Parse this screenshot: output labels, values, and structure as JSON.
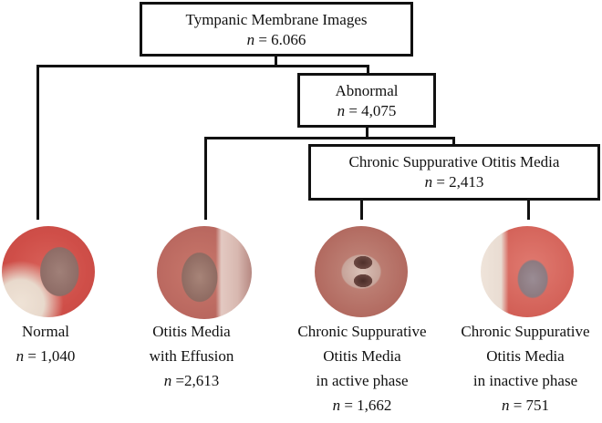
{
  "nodes": {
    "root": {
      "title": "Tympanic Membrane Images",
      "n_label": "n",
      "count": "= 6.066"
    },
    "abnormal": {
      "title": "Abnormal",
      "n_label": "n",
      "count": "= 4,075"
    },
    "csom": {
      "title": "Chronic Suppurative Otitis Media",
      "n_label": "n",
      "count": "= 2,413"
    }
  },
  "leaves": [
    {
      "lines": [
        "Normal"
      ],
      "n_label": "n",
      "count": "= 1,040"
    },
    {
      "lines": [
        "Otitis Media",
        "with Effusion"
      ],
      "n_label": "n",
      "count": "=2,613"
    },
    {
      "lines": [
        "Chronic Suppurative",
        "Otitis Media",
        "in active phase"
      ],
      "n_label": "n",
      "count": "= 1,662"
    },
    {
      "lines": [
        "Chronic Suppurative",
        "Otitis Media",
        "in inactive phase"
      ],
      "n_label": "n",
      "count": "= 751"
    }
  ],
  "colors": {
    "line": "#111111",
    "tissue_red": "#c8504a",
    "tissue_pink": "#d99a8e",
    "membrane": "#9c7c72"
  }
}
